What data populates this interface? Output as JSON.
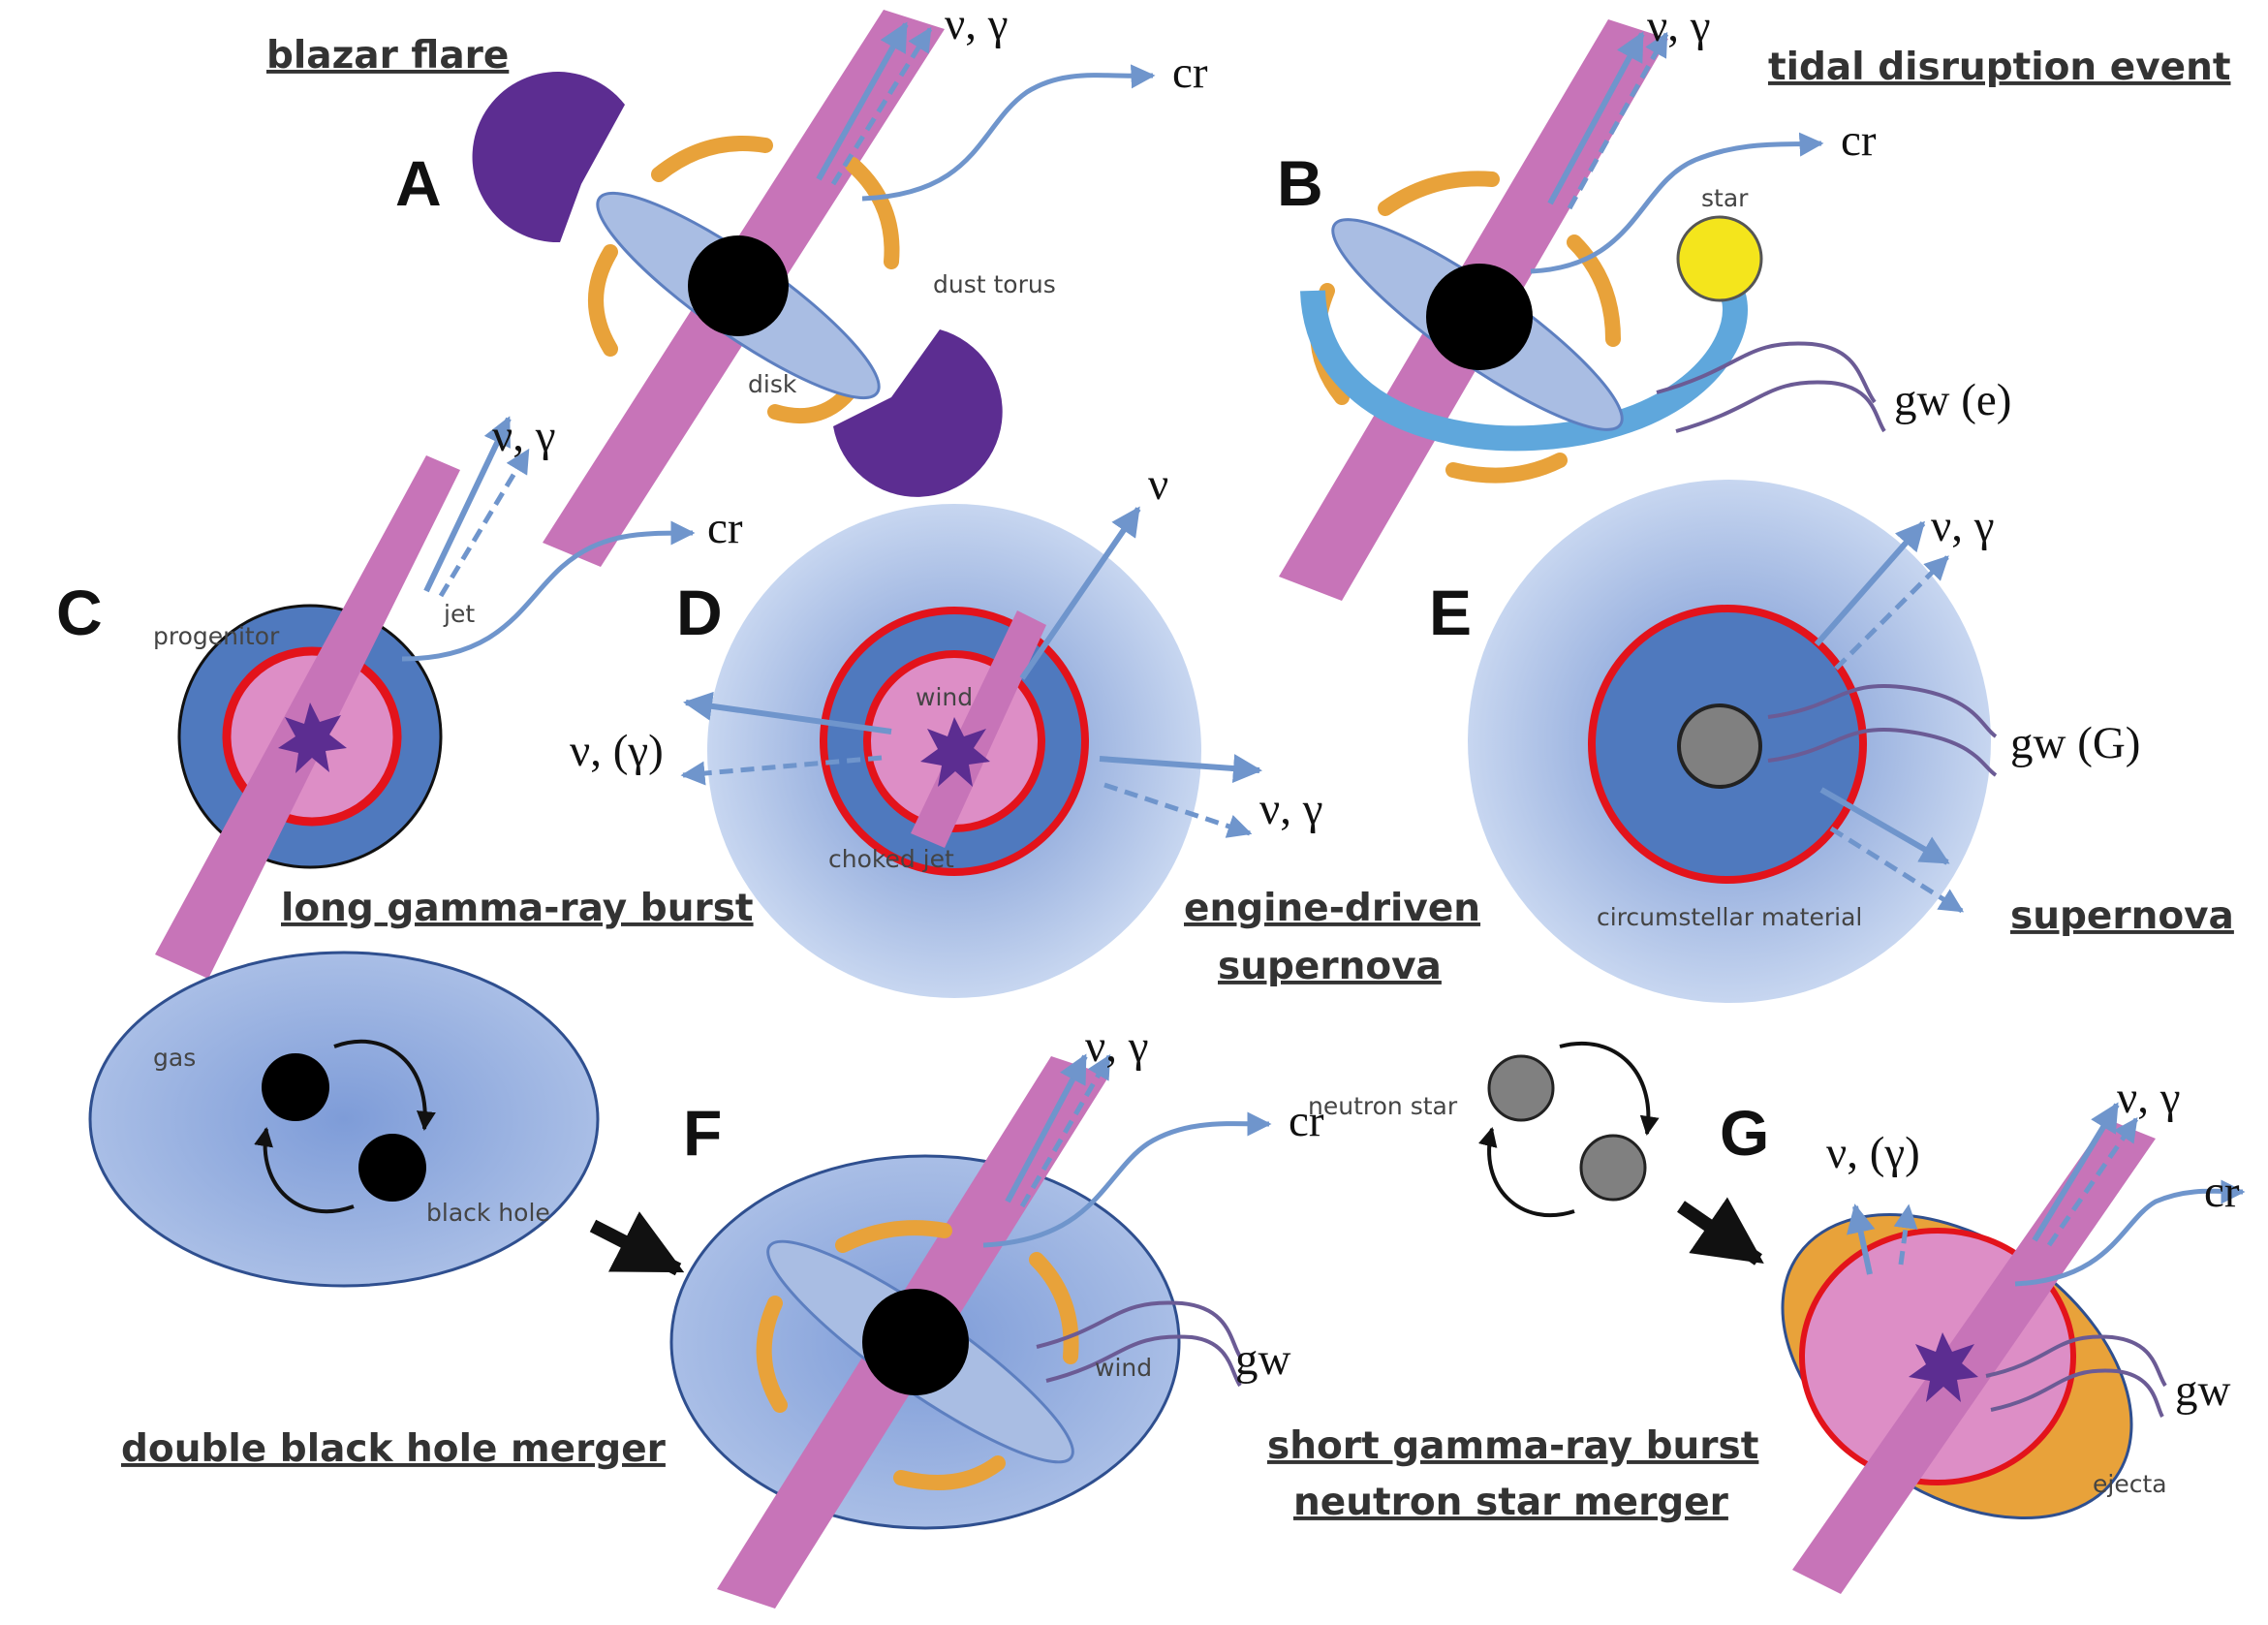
{
  "panels": {
    "A": {
      "letter": "A",
      "title": "blazar flare",
      "labels": {
        "dust_torus": "dust torus",
        "disk": "disk"
      },
      "particles": {
        "nu_gamma": "ν, γ",
        "cr": "cr"
      }
    },
    "B": {
      "letter": "B",
      "title": "tidal disruption event",
      "labels": {
        "star": "star"
      },
      "particles": {
        "nu_gamma": "ν, γ",
        "cr": "cr",
        "gw": "gw (e)"
      }
    },
    "C": {
      "letter": "C",
      "title": "long gamma-ray burst",
      "labels": {
        "progenitor": "progenitor",
        "jet": "jet"
      },
      "particles": {
        "nu_gamma": "ν, γ",
        "cr": "cr"
      }
    },
    "D": {
      "letter": "D",
      "title_line1": "engine-driven",
      "title_line2": "supernova",
      "labels": {
        "wind": "wind",
        "choked_jet": "choked jet"
      },
      "particles": {
        "nu": "ν",
        "nu_gamma_paren": "ν, (γ)",
        "nu_gamma": "ν, γ"
      }
    },
    "E": {
      "letter": "E",
      "title": "supernova",
      "labels": {
        "csm": "circumstellar material"
      },
      "particles": {
        "nu_gamma": "ν, γ",
        "gw": "gw (G)"
      }
    },
    "BBH": {
      "title": "double black hole merger",
      "labels": {
        "gas": "gas",
        "black_hole": "black hole"
      }
    },
    "F": {
      "letter": "F",
      "labels": {
        "wind": "wind"
      },
      "particles": {
        "nu_gamma": "ν, γ",
        "cr": "cr",
        "gw": "gw"
      }
    },
    "NS": {
      "title_line1": "short gamma-ray burst",
      "title_line2": "neutron star merger",
      "labels": {
        "neutron_star": "neutron star"
      }
    },
    "G": {
      "letter": "G",
      "labels": {
        "ejecta": "ejecta"
      },
      "particles": {
        "nu_gamma_paren": "ν, (γ)",
        "nu_gamma": "ν, γ",
        "cr": "cr",
        "gw": "gw"
      }
    }
  },
  "colors": {
    "jet": "#c774b8",
    "torus": "#e8a23a",
    "dusty_clump": "#5c2d91",
    "disk": "#a9bde3",
    "arrow": "#6f95cc",
    "gw_wave": "#6b5b95",
    "envelope": "#4f79be",
    "shell": "#e3131b",
    "core": "#dd8ec6",
    "star": "#f4e51c"
  }
}
